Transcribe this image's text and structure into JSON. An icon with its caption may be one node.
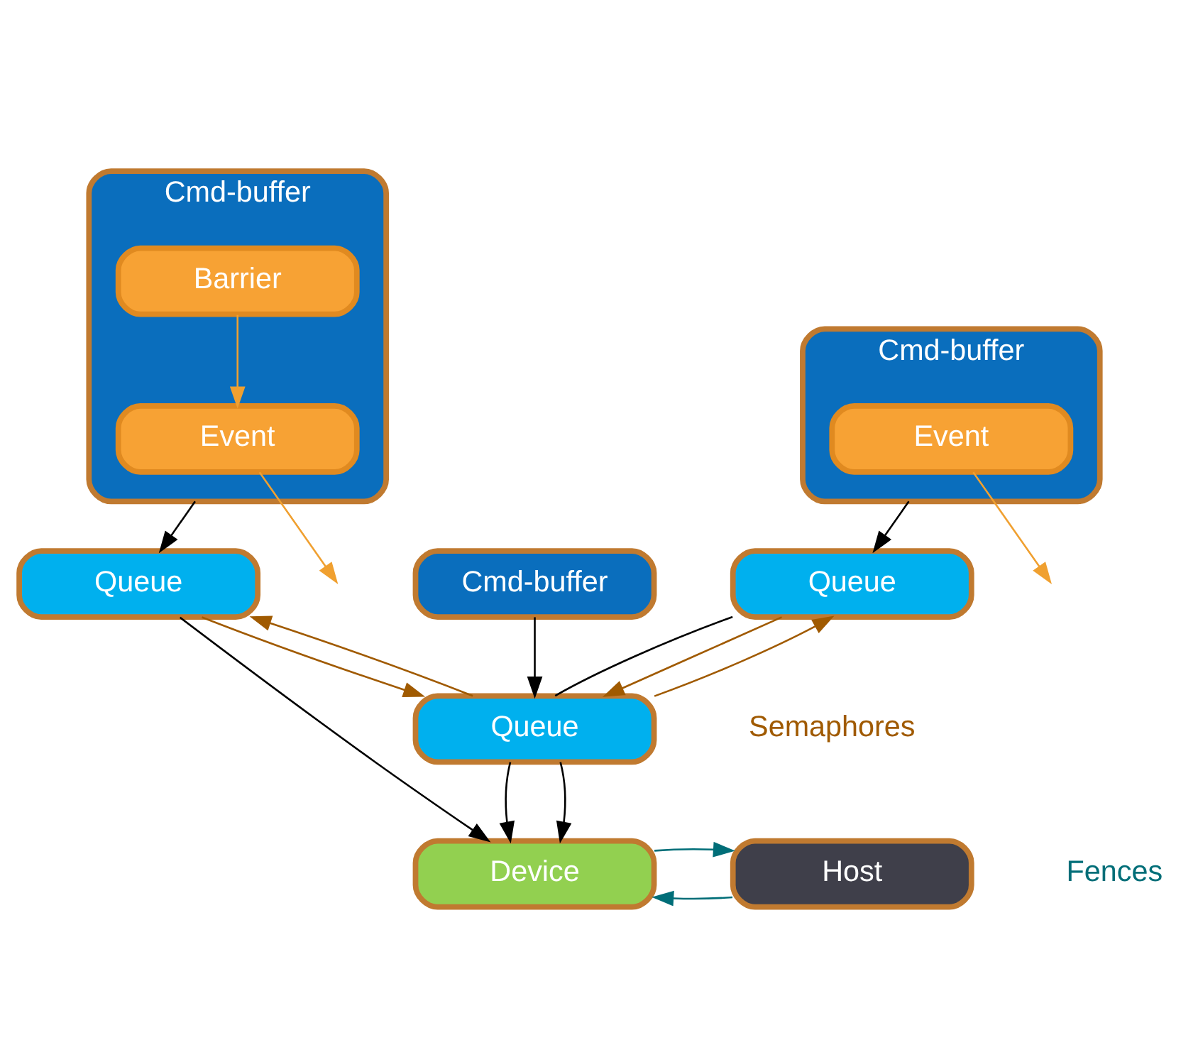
{
  "diagram": {
    "nodes": [
      {
        "text": [
          "Cmd-buffer"
        ]
      },
      {
        "text": [
          "Barrier"
        ],
        "in": 0
      },
      {
        "text": [
          "Event"
        ],
        "in": 0
      },
      {
        "text": [
          "Cmd-buffer"
        ]
      },
      {
        "text": [
          "Event"
        ],
        "in": 3
      },
      {
        "text": [
          "Cmd-buffer"
        ]
      },
      {
        "text": [
          "Queue"
        ]
      },
      {
        "text": [
          "Queue"
        ]
      },
      {
        "text": [
          "Queue"
        ]
      },
      {
        "text": [
          "Device"
        ]
      },
      {
        "text": [
          "Host"
        ]
      }
    ],
    "edges": [
      {
        "from": 1,
        "to": 2,
        "arrow": "to",
        "color": "#f0a030"
      },
      {
        "from": 2,
        "to": null,
        "arrow": "to",
        "color": "#f0a030"
      },
      {
        "from": 4,
        "to": null,
        "arrow": "to",
        "color": "#f0a030"
      },
      {
        "from": 0,
        "to": 6,
        "arrow": "to"
      },
      {
        "from": 3,
        "to": 7,
        "arrow": "to"
      },
      {
        "from": 5,
        "to": 8,
        "arrow": "to"
      },
      {
        "from": 6,
        "to": 9,
        "arrow": "to"
      },
      {
        "from": 7,
        "to": 8,
        "arrow": "none"
      },
      {
        "from": 8,
        "to": 9,
        "arrow": "to"
      },
      {
        "from": 8,
        "to": 9,
        "arrow": "to"
      },
      {
        "from": 6,
        "to": 8,
        "arrow": "to",
        "color": "#a05a00"
      },
      {
        "from": 8,
        "to": 6,
        "arrow": "to",
        "color": "#a05a00"
      },
      {
        "from": 7,
        "to": 8,
        "arrow": "to",
        "color": "#a05a00"
      },
      {
        "from": 8,
        "to": 7,
        "arrow": "to",
        "color": "#a05a00"
      },
      {
        "from": 10,
        "to": 9,
        "arrow": "to",
        "color": "#006e78"
      },
      {
        "from": 9,
        "to": 10,
        "arrow": "to",
        "color": "#006e78"
      }
    ],
    "labels": [
      "Semaphores",
      "Fences"
    ]
  }
}
